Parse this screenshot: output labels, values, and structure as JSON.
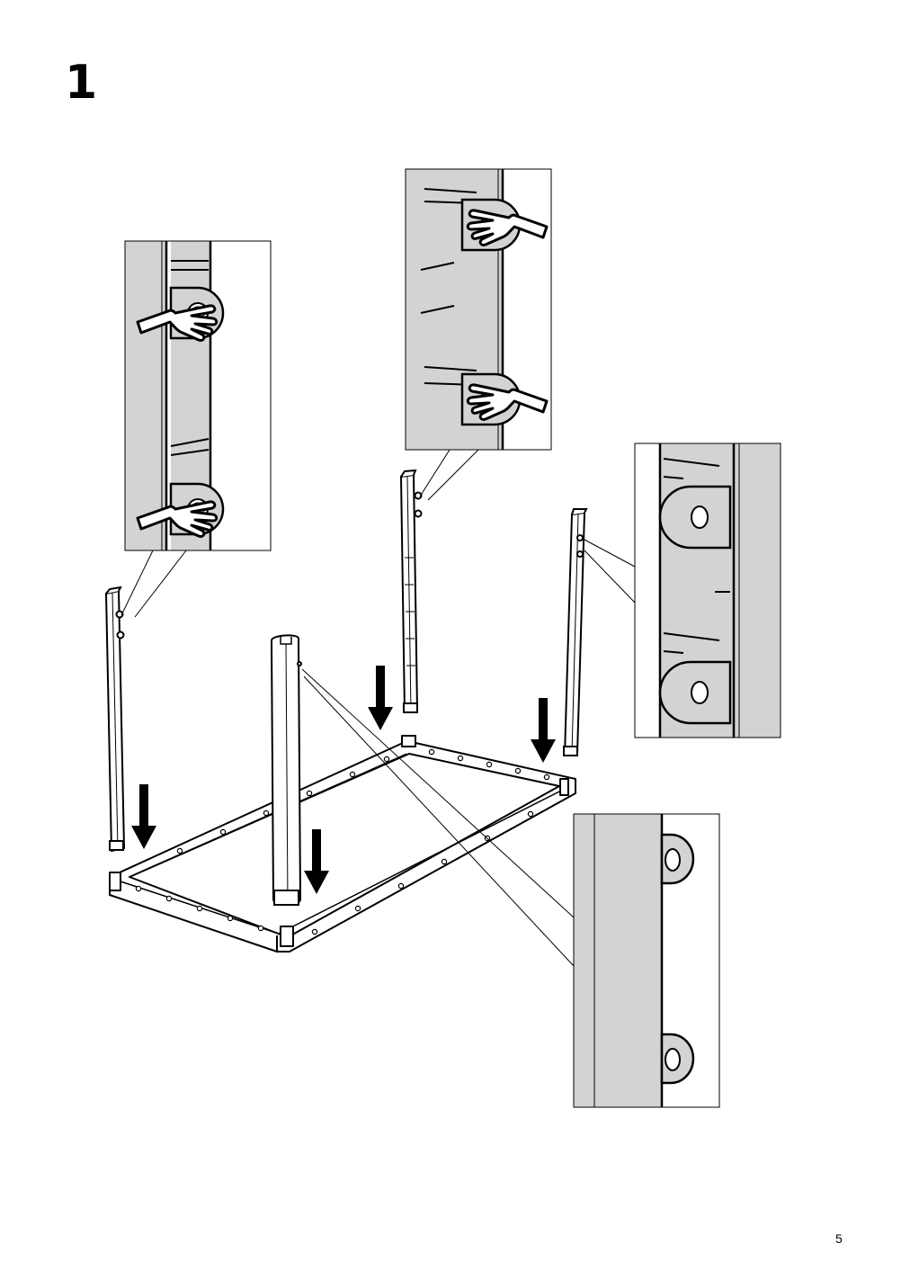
{
  "page": {
    "step_number": "1",
    "page_number": "5"
  },
  "illustration": {
    "parts": [
      "frame",
      "leg-front-left",
      "leg-front-right",
      "leg-back-left",
      "leg-back-right"
    ],
    "insets": [
      "detail-lug-left",
      "detail-lug-top",
      "detail-lug-right",
      "detail-lug-bottom"
    ],
    "icons": [
      "pointing-hand-icon",
      "down-arrow-icon"
    ],
    "colors": {
      "line": "#000000",
      "part_fill": "#ffffff",
      "detail_fill": "#d3d3d3"
    }
  }
}
